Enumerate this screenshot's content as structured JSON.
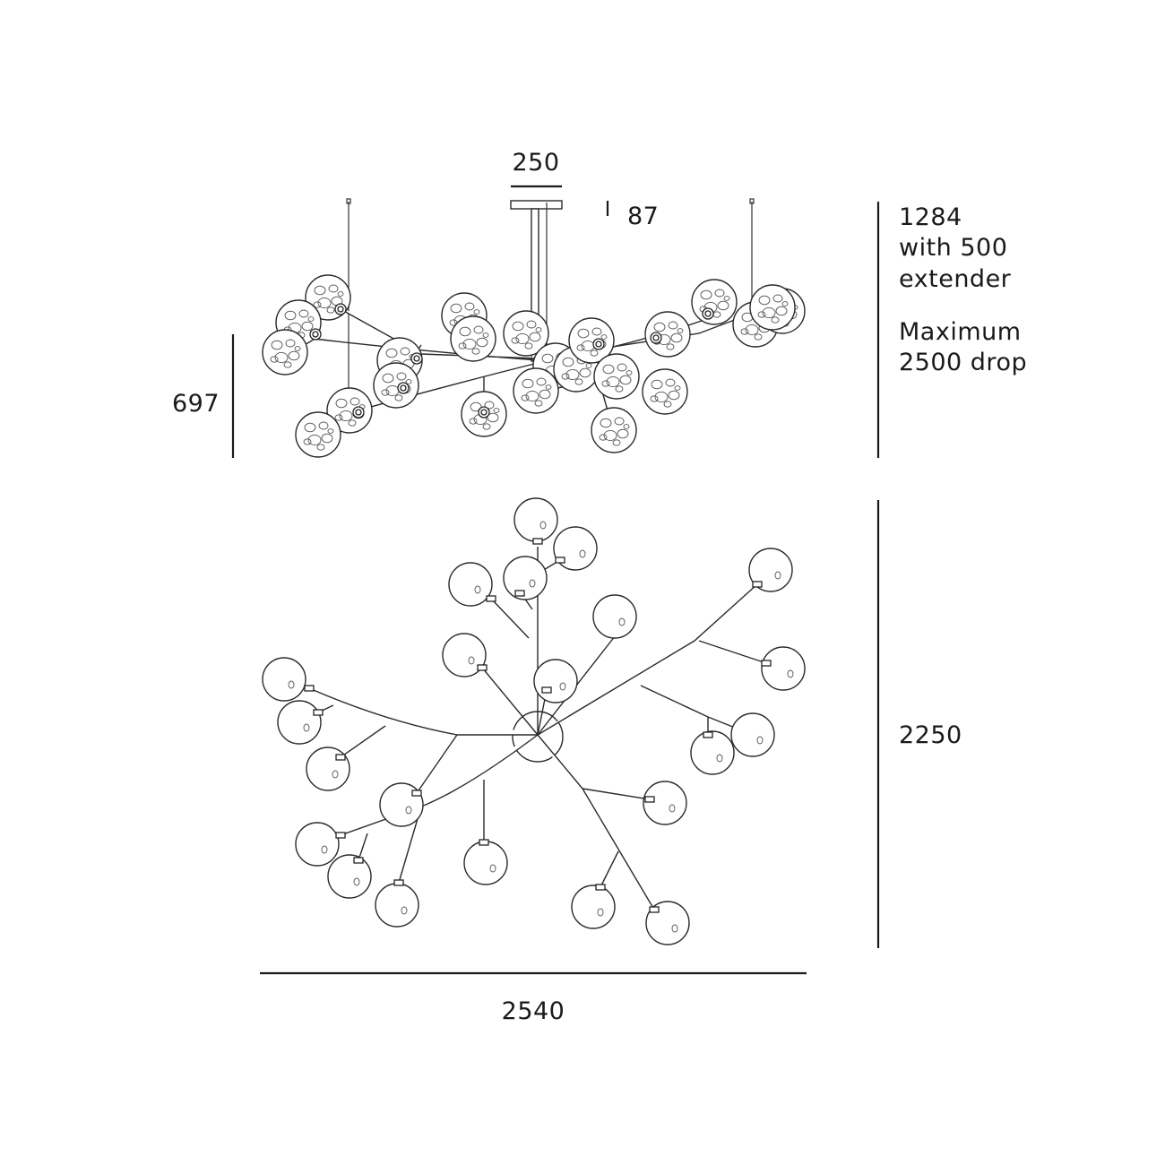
{
  "dimensions": {
    "canopy_width": "250",
    "canopy_height": "87",
    "side_height": "697",
    "height_with_extender_line1": "1284",
    "height_with_extender_line2": "with 500",
    "height_with_extender_line3": "extender",
    "max_drop_line1": "Maximum",
    "max_drop_line2": "2500 drop",
    "plan_depth": "2250",
    "plan_width": "2540"
  },
  "colors": {
    "line": "#1a1a1a",
    "background": "#ffffff"
  }
}
